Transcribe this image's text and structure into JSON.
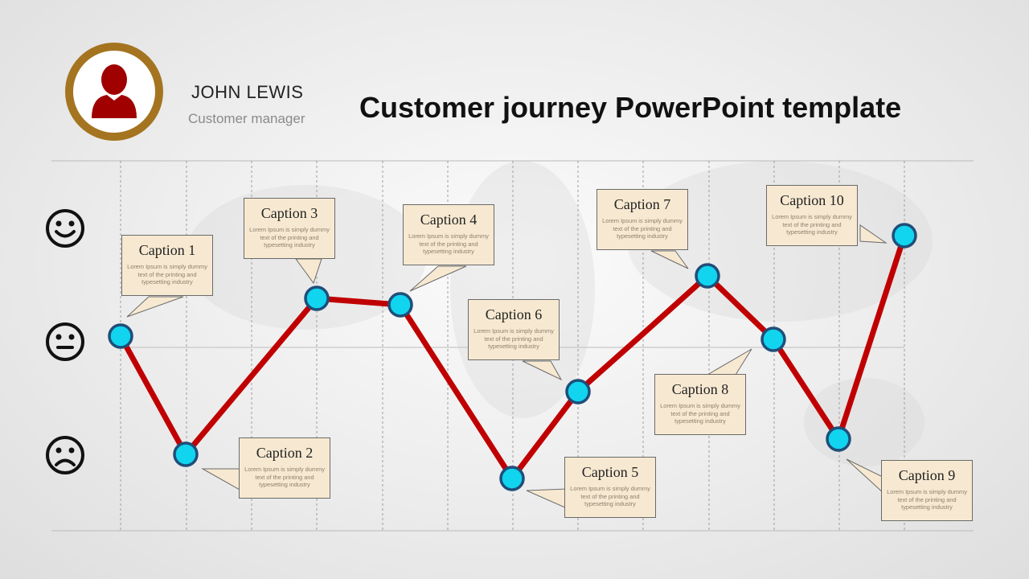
{
  "header": {
    "title": "Customer journey PowerPoint template",
    "person_name": "JOHN LEWIS",
    "person_role": "Customer manager"
  },
  "colors": {
    "line": "#c00000",
    "node_fill": "#11d4ee",
    "node_stroke": "#1f4e79",
    "caption_fill": "#f7e9d1",
    "avatar_ring": "#a47420",
    "avatar_icon": "#a00000"
  },
  "moods": [
    {
      "name": "happy-face-icon",
      "level": "happy"
    },
    {
      "name": "neutral-face-icon",
      "level": "neutral"
    },
    {
      "name": "sad-face-icon",
      "level": "sad"
    }
  ],
  "chart_data": {
    "type": "line",
    "x": [
      1,
      2,
      3,
      4,
      5,
      6,
      7,
      8,
      9,
      10
    ],
    "series": [
      {
        "values": [
          "neutral",
          "sad",
          "neutral-to-happy",
          "neutral-to-happy",
          "sad",
          "neutral-to-sad",
          "happy",
          "neutral",
          "sad",
          "happy"
        ]
      }
    ]
  },
  "captions": [
    {
      "title": "Caption 1",
      "body": "Lorem Ipsum is simply dummy text of the printing and typesetting industry"
    },
    {
      "title": "Caption 2",
      "body": "Lorem Ipsum is simply dummy text of the printing and typesetting industry"
    },
    {
      "title": "Caption 3",
      "body": "Lorem Ipsum is simply dummy text of the printing and typesetting industry"
    },
    {
      "title": "Caption 4",
      "body": "Lorem Ipsum is simply dummy text of the printing and typesetting industry"
    },
    {
      "title": "Caption 5",
      "body": "Lorem Ipsum is simply dummy text of the printing and typesetting industry"
    },
    {
      "title": "Caption 6",
      "body": "Lorem Ipsum is simply dummy text of the printing and typesetting industry"
    },
    {
      "title": "Caption 7",
      "body": "Lorem Ipsum is simply dummy text of the printing and typesetting industry"
    },
    {
      "title": "Caption 8",
      "body": "Lorem Ipsum is simply dummy text of the printing and typesetting industry"
    },
    {
      "title": "Caption 9",
      "body": "Lorem Ipsum is simply dummy text of the printing and typesetting industry"
    },
    {
      "title": "Caption 10",
      "body": "Lorem Ipsum is simply dummy text of the printing and typesetting industry"
    }
  ]
}
